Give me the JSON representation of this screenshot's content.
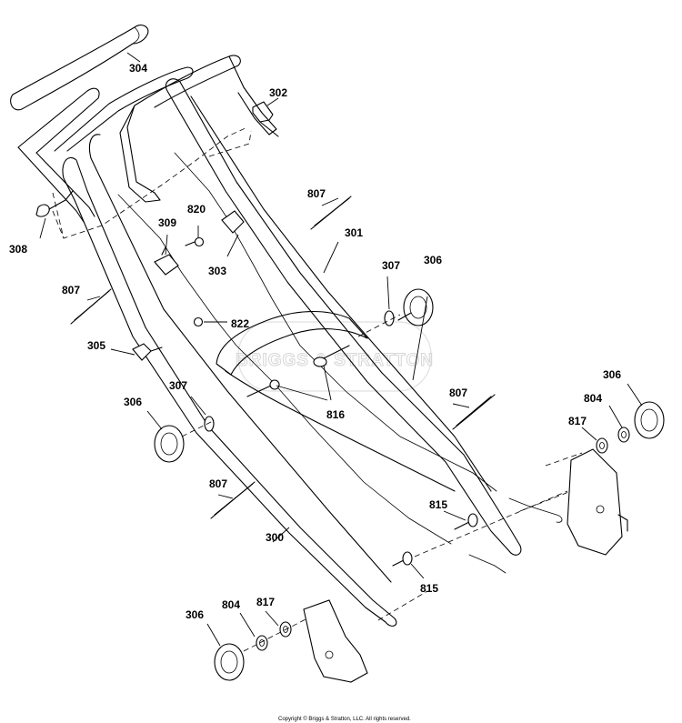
{
  "watermark": "BRIGGS & STRATTON",
  "copyright": "Copyright © Briggs & Stratton, LLC. All rights reserved.",
  "parts": {
    "p300": "300",
    "p301": "301",
    "p302": "302",
    "p303": "303",
    "p304": "304",
    "p305": "305",
    "p306": "306",
    "p307": "307",
    "p308": "308",
    "p309": "309",
    "p804": "804",
    "p807": "807",
    "p815": "815",
    "p816": "816",
    "p817": "817",
    "p820": "820",
    "p822": "822"
  }
}
